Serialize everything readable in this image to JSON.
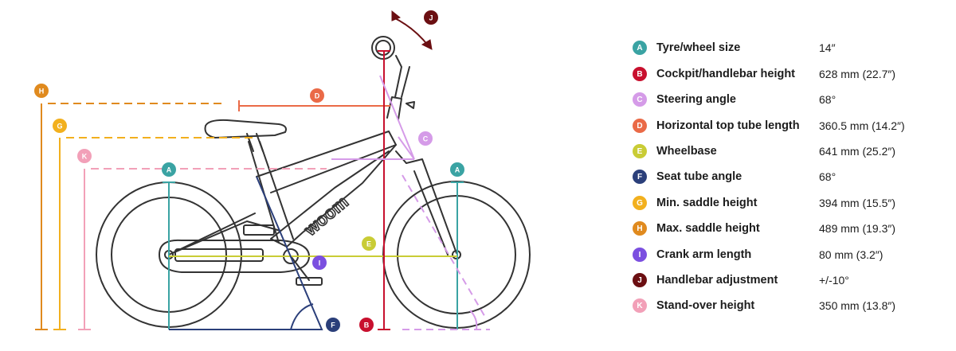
{
  "logo_text": "woom",
  "specs": [
    {
      "letter": "A",
      "label": "Tyre/wheel size",
      "value": "14″",
      "color": "#3aa3a3"
    },
    {
      "letter": "B",
      "label": "Cockpit/handlebar height",
      "value": "628 mm (22.7″)",
      "color": "#c8102e"
    },
    {
      "letter": "C",
      "label": "Steering angle",
      "value": "68°",
      "color": "#d59be8"
    },
    {
      "letter": "D",
      "label": "Horizontal top tube length",
      "value": "360.5 mm (14.2″)",
      "color": "#ea6a47"
    },
    {
      "letter": "E",
      "label": "Wheelbase",
      "value": "641 mm (25.2″)",
      "color": "#c9cc35"
    },
    {
      "letter": "F",
      "label": "Seat tube angle",
      "value": "68°",
      "color": "#2b3f7a"
    },
    {
      "letter": "G",
      "label": "Min. saddle height",
      "value": "394 mm (15.5″)",
      "color": "#f2b01e"
    },
    {
      "letter": "H",
      "label": "Max. saddle height",
      "value": "489 mm (19.3″)",
      "color": "#e08a1e"
    },
    {
      "letter": "I",
      "label": "Crank arm length",
      "value": "80 mm (3.2″)",
      "color": "#7b4fe0"
    },
    {
      "letter": "J",
      "label": "Handlebar adjustment",
      "value": "+/-10°",
      "color": "#6b0f12"
    },
    {
      "letter": "K",
      "label": "Stand-over height",
      "value": "350 mm (13.8″)",
      "color": "#f2a0b8"
    }
  ]
}
